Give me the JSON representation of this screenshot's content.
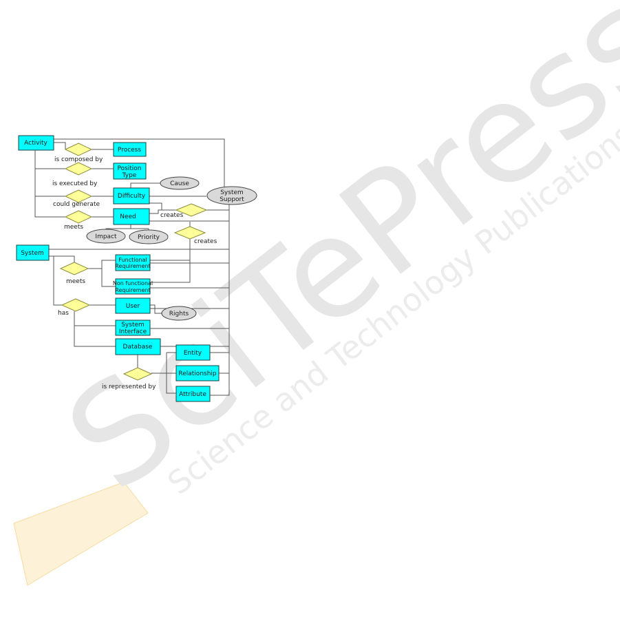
{
  "colors": {
    "entity_fill": "#00ffff",
    "attribute_fill": "#d9d9d9",
    "relationship_fill": "#ffff99",
    "line": "#555555",
    "watermark": "#e6e6e6"
  },
  "watermark": {
    "main": "SciTePress",
    "sub": "Science and Technology Publications"
  },
  "entities": {
    "activity": "Activity",
    "process": "Process",
    "position_type_1": "Position",
    "position_type_2": "Type",
    "difficulty": "Difficulty",
    "need": "Need",
    "system": "System",
    "functional_1": "Functional",
    "functional_2": "Requirement",
    "nonfunctional_1": "Non functional",
    "nonfunctional_2": "Requirement",
    "user": "User",
    "system_interface_1": "System",
    "system_interface_2": "Interface",
    "database": "Database",
    "entity": "Entity",
    "relationship": "Relationship",
    "attribute": "Attribute"
  },
  "attributes": {
    "cause": "Cause",
    "system_support_1": "System",
    "system_support_2": "Support",
    "impact": "Impact",
    "priority": "Priority",
    "rights": "Rights"
  },
  "relationships": {
    "is_composed_by": "is composed by",
    "is_executed_by": "is executed by",
    "could_generate": "could generate",
    "meets_activity": "meets",
    "creates_difficulty": "creates",
    "creates_need": "creates",
    "meets_system": "meets",
    "has": "has",
    "is_represented_by": "is represented by"
  }
}
